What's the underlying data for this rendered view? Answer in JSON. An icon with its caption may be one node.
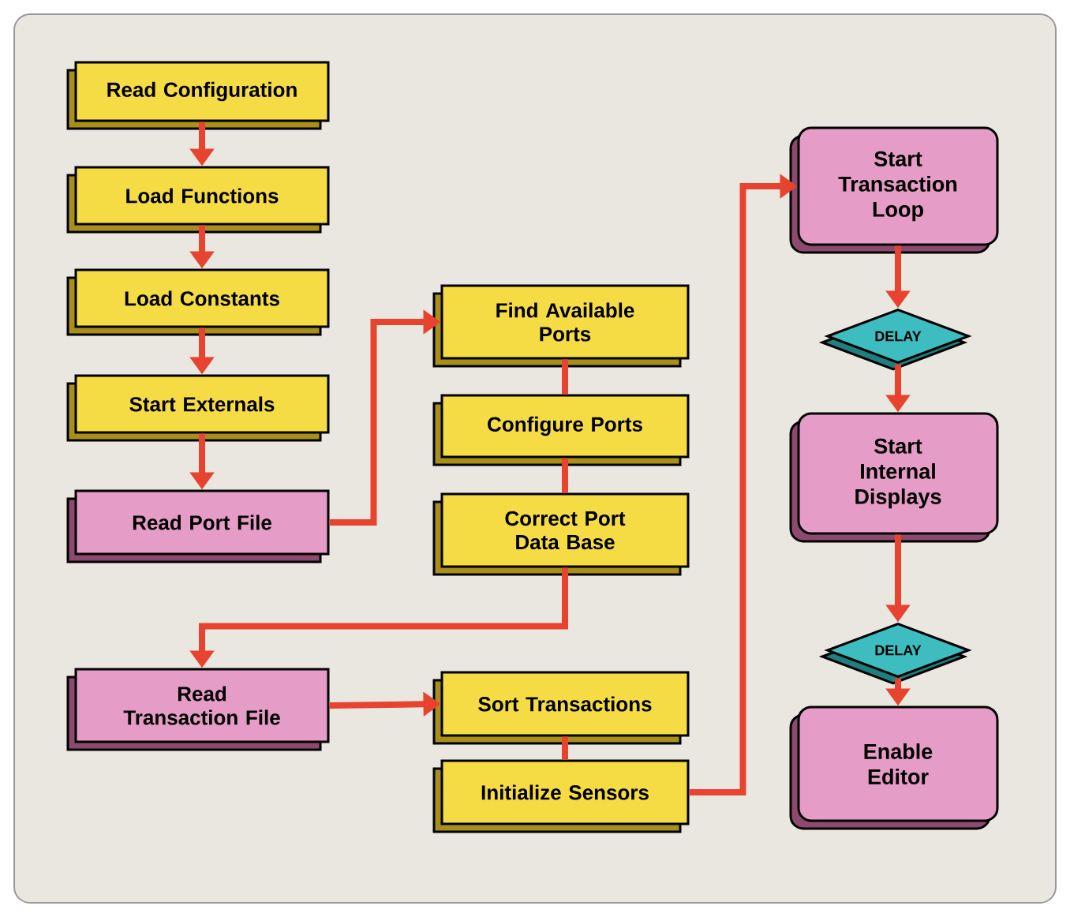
{
  "diagram": {
    "nodes": [
      {
        "text": [
          "Read Configuration"
        ]
      },
      {
        "text": [
          "Load Functions"
        ]
      },
      {
        "text": [
          "Load Constants"
        ]
      },
      {
        "text": [
          "Start Externals"
        ]
      },
      {
        "text": [
          "Read Port File"
        ]
      },
      {
        "text": [
          "Find Available Ports"
        ]
      },
      {
        "text": [
          "Configure Ports"
        ]
      },
      {
        "text": [
          "Correct Port Data Base"
        ]
      },
      {
        "text": [
          "Read Transaction File"
        ]
      },
      {
        "text": [
          "Sort Transactions"
        ]
      },
      {
        "text": [
          "Initialize Sensors"
        ]
      },
      {
        "text": [
          "Start Transaction Loop"
        ]
      },
      {
        "text": [
          "DELAY"
        ]
      },
      {
        "text": [
          "Start Internal Displays"
        ]
      },
      {
        "text": [
          "DELAY"
        ]
      },
      {
        "text": [
          "Enable Editor"
        ]
      }
    ],
    "edges": [
      {
        "from": 0,
        "to": 1,
        "arrow": "to"
      },
      {
        "from": 1,
        "to": 2,
        "arrow": "to"
      },
      {
        "from": 2,
        "to": 3,
        "arrow": "to"
      },
      {
        "from": 3,
        "to": 4,
        "arrow": "to"
      },
      {
        "from": 4,
        "to": 5,
        "arrow": "to"
      },
      {
        "from": 5,
        "to": 6,
        "arrow": "none"
      },
      {
        "from": 6,
        "to": 7,
        "arrow": "none"
      },
      {
        "from": 7,
        "to": 8,
        "arrow": "to"
      },
      {
        "from": 8,
        "to": 9,
        "arrow": "to"
      },
      {
        "from": 9,
        "to": 10,
        "arrow": "none"
      },
      {
        "from": 10,
        "to": 11,
        "arrow": "to"
      },
      {
        "from": 11,
        "to": 12,
        "arrow": "to"
      },
      {
        "from": 12,
        "to": 13,
        "arrow": "to"
      },
      {
        "from": 13,
        "to": 14,
        "arrow": "to"
      },
      {
        "from": 14,
        "to": 15,
        "arrow": "to"
      }
    ]
  }
}
